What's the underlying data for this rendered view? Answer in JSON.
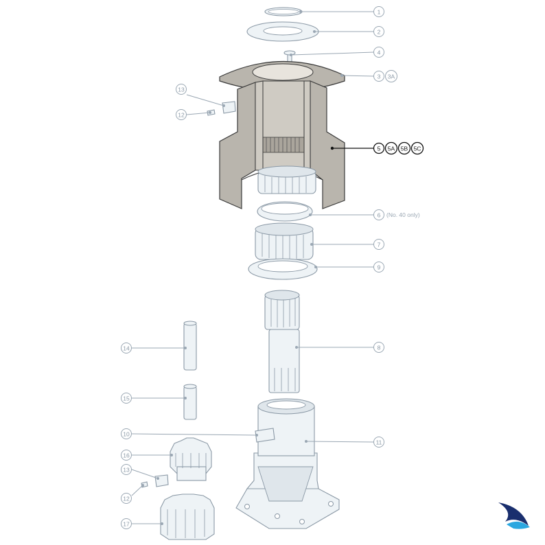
{
  "callouts": {
    "c1": "1",
    "c2": "2",
    "c4": "4",
    "c3": "3",
    "c3a": "3A",
    "c5": "5",
    "c5a": "5A",
    "c5b": "5B",
    "c5c": "5C",
    "c6": "6",
    "c6_note": "(No. 40 only)",
    "c7": "7",
    "c9": "9",
    "c8": "8",
    "c11": "11",
    "c10": "10",
    "c13a": "13",
    "c12a": "12",
    "c14": "14",
    "c15": "15",
    "c16": "16",
    "c13b": "13",
    "c12b": "12",
    "c17": "17"
  },
  "colors": {
    "drum": "#b9b5ad",
    "part_fill": "#eef3f6",
    "line": "#8a98a5",
    "logo_dark": "#1a2f6e",
    "logo_light": "#2aa7e0"
  },
  "logo": {
    "icon": "bird-wave-logo-icon"
  }
}
